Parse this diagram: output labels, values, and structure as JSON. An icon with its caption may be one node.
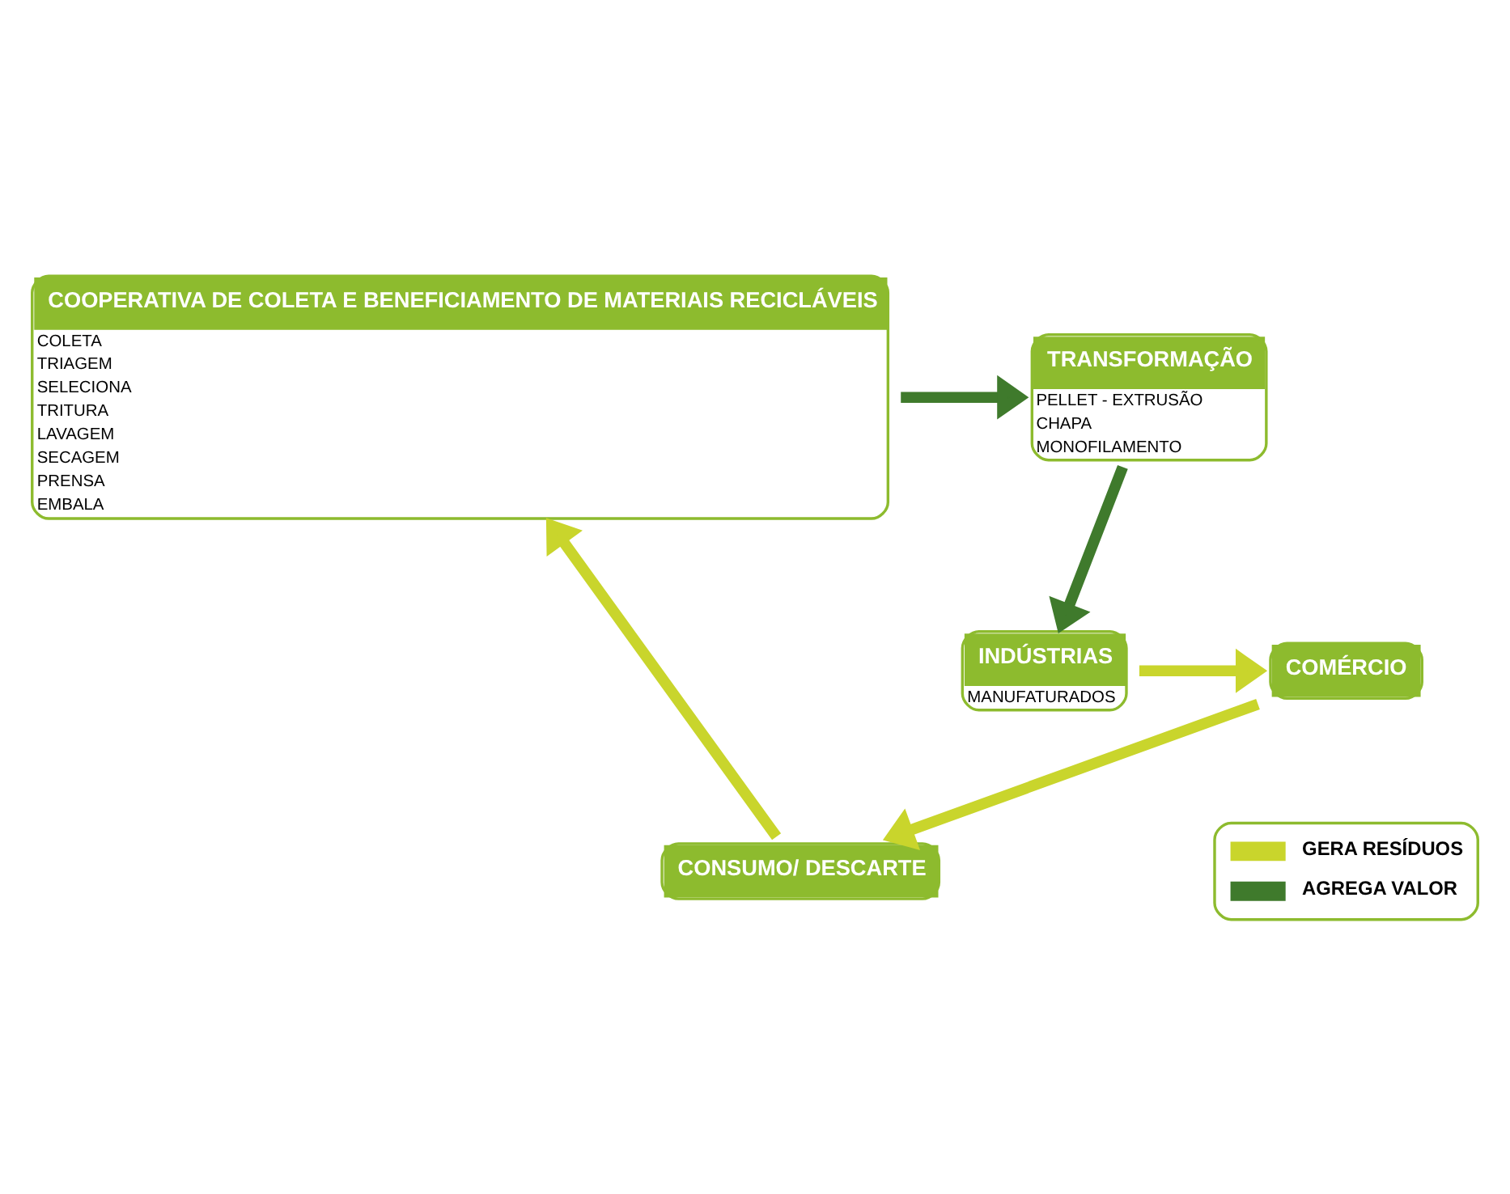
{
  "diagram": {
    "nodes": [
      {
        "text": [
          "COOPERATIVA DE COLETA E BENEFICIAMENTO DE MATERIAIS RECICLÁVEIS",
          "COLETA",
          "TRIAGEM",
          "SELECIONA",
          "TRITURA",
          "LAVAGEM",
          "SECAGEM",
          "PRENSA",
          "EMBALA"
        ]
      },
      {
        "text": [
          "TRANSFORMAÇÃO",
          "PELLET - EXTRUSÃO",
          "CHAPA",
          "MONOFILAMENTO"
        ]
      },
      {
        "text": [
          "INDÚSTRIAS",
          "MANUFATURADOS"
        ]
      },
      {
        "text": [
          "COMÉRCIO"
        ]
      },
      {
        "text": [
          "CONSUMO/ DESCARTE"
        ]
      }
    ],
    "edges": [
      {
        "from": 4,
        "to": 0,
        "arrow": "to"
      },
      {
        "from": 0,
        "to": 1,
        "arrow": "to",
        "color": "#3f7a2c"
      },
      {
        "from": 1,
        "to": 2,
        "arrow": "to",
        "color": "#3f7a2c"
      },
      {
        "from": 2,
        "to": 3,
        "arrow": "to"
      },
      {
        "from": 3,
        "to": 4,
        "arrow": "to"
      }
    ],
    "legend": [
      {
        "text": "GERA RESÍDUOS"
      },
      {
        "text": "AGREGA VALOR"
      }
    ]
  }
}
